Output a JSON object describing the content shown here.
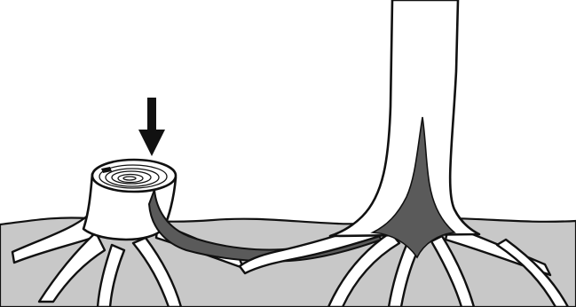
{
  "illustration": {
    "subject": "stump-and-tree-root-graft",
    "palette": {
      "background": "#ffffff",
      "soil": "#c8c8c8",
      "outline": "#111111",
      "graft_channel": "#5a5a5a",
      "root_fill": "#ffffff"
    },
    "elements": [
      {
        "id": "arrow",
        "icon": "down-arrow-icon"
      },
      {
        "id": "stump",
        "icon": "tree-stump-icon"
      },
      {
        "id": "stump-rings",
        "icon": "growth-rings-icon"
      },
      {
        "id": "graft-channel",
        "icon": "root-graft-channel-icon"
      },
      {
        "id": "tree",
        "icon": "tree-trunk-icon"
      },
      {
        "id": "tree-flare",
        "icon": "root-flare-icon"
      }
    ]
  }
}
